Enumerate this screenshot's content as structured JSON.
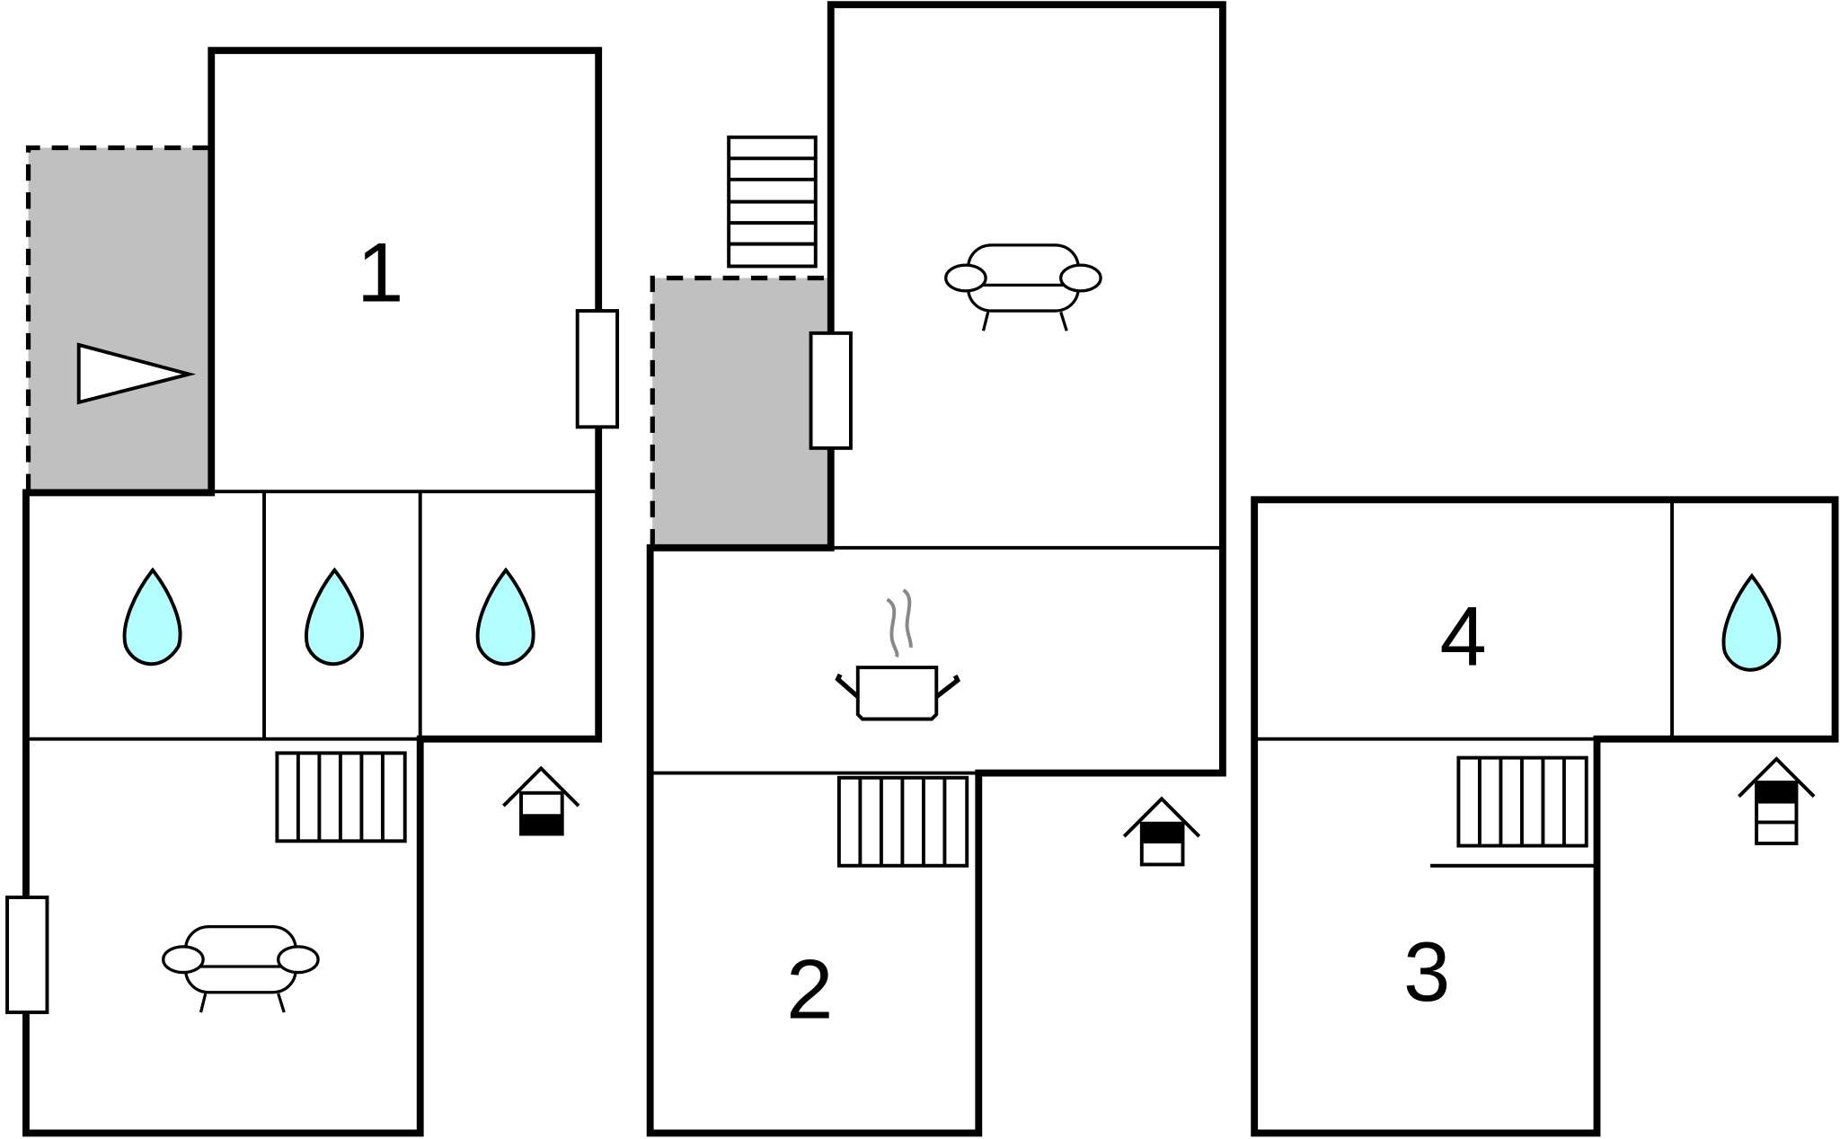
{
  "plan": {
    "rooms": [
      {
        "label": "1"
      },
      {
        "label": "2"
      },
      {
        "label": "3"
      },
      {
        "label": "4"
      }
    ],
    "colors": {
      "terrace": "#c0c0c0",
      "water": "#b3ffff",
      "steam": "#888888",
      "wall": "#000000"
    },
    "icons": [
      "bathroom-drop-icon",
      "sofa-icon",
      "radiator-icon",
      "stairs-icon",
      "entrance-icon",
      "cooking-pot-icon",
      "terrace-direction-icon",
      "window-icon"
    ]
  }
}
